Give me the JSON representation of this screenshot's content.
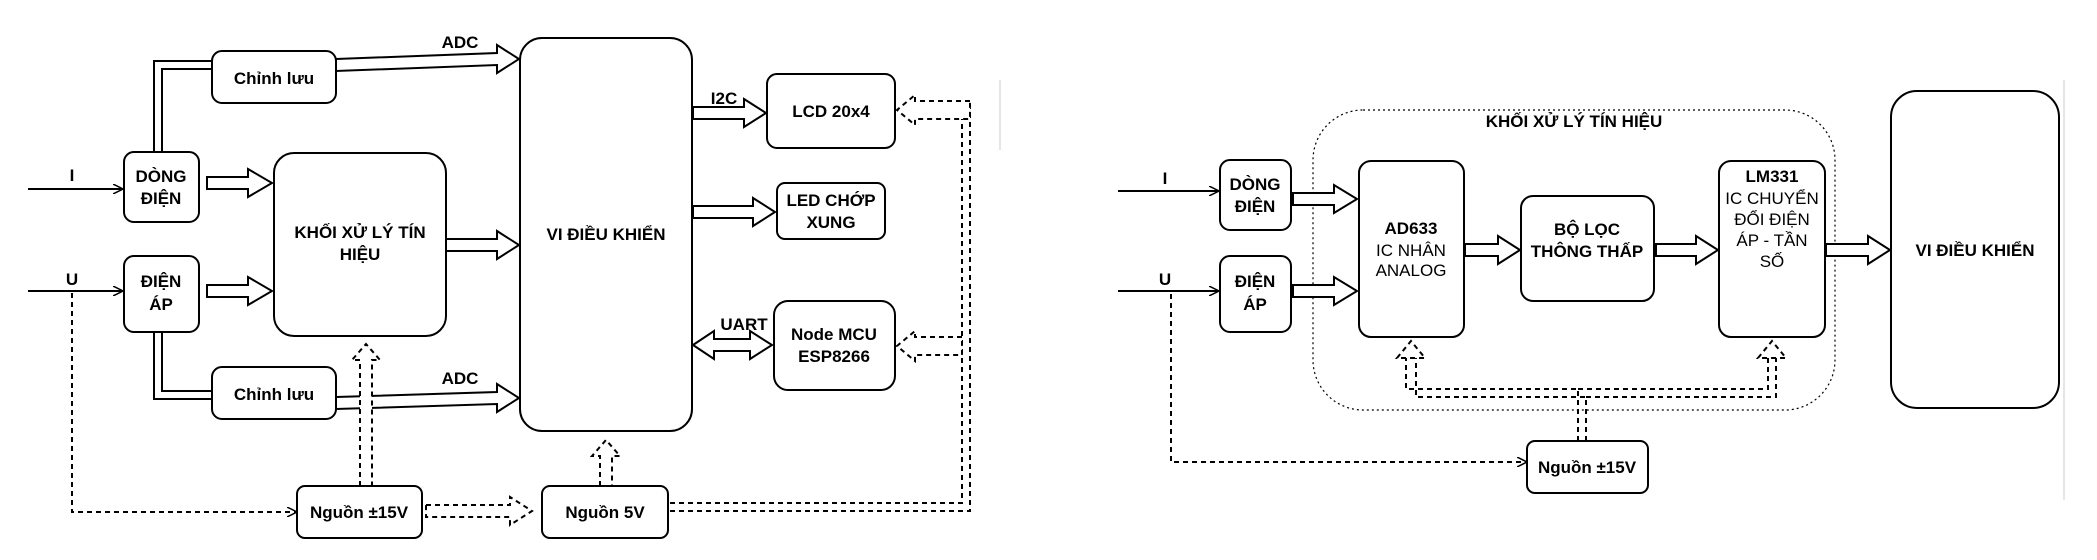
{
  "left_diagram": {
    "boxes": {
      "chinh_luu_top": "Chỉnh lưu",
      "chinh_luu_bottom": "Chỉnh lưu",
      "dong_dien": [
        "DÒNG",
        "ĐIỆN"
      ],
      "dien_ap": [
        "ĐIỆN",
        "ÁP"
      ],
      "khoi_xu_ly": [
        "KHỐI XỬ LÝ TÍN",
        "HIỆU"
      ],
      "vi_dieu_khien": "VI ĐIỀU KHIỂN",
      "lcd": "LCD 20x4",
      "led": [
        "LED CHỚP",
        "XUNG"
      ],
      "nodemcu": [
        "Node MCU",
        "ESP8266"
      ],
      "nguon_15": "Nguồn ±15V",
      "nguon_5": "Nguồn 5V"
    },
    "labels": {
      "i": "I",
      "u": "U",
      "adc_top": "ADC",
      "adc_bottom": "ADC",
      "i2c": "I2C",
      "uart": "UART"
    }
  },
  "right_diagram": {
    "group_title": "KHỐI XỬ LÝ TÍN HIỆU",
    "boxes": {
      "dong_dien": [
        "DÒNG",
        "ĐIỆN"
      ],
      "dien_ap": [
        "ĐIỆN",
        "ÁP"
      ],
      "ad633_title": "AD633",
      "ad633_desc": [
        "IC NHÂN",
        "ANALOG"
      ],
      "bo_loc": [
        "BỘ LỌC",
        "THÔNG THẤP"
      ],
      "lm331_title": "LM331",
      "lm331_desc": [
        "IC CHUYỂN",
        "ĐỔI ĐIỆN",
        "ÁP - TẦN",
        "SỐ"
      ],
      "vi_dieu_khien": "VI ĐIỀU KHIỂN",
      "nguon_15": "Nguồn ±15V"
    },
    "labels": {
      "i": "I",
      "u": "U"
    }
  }
}
